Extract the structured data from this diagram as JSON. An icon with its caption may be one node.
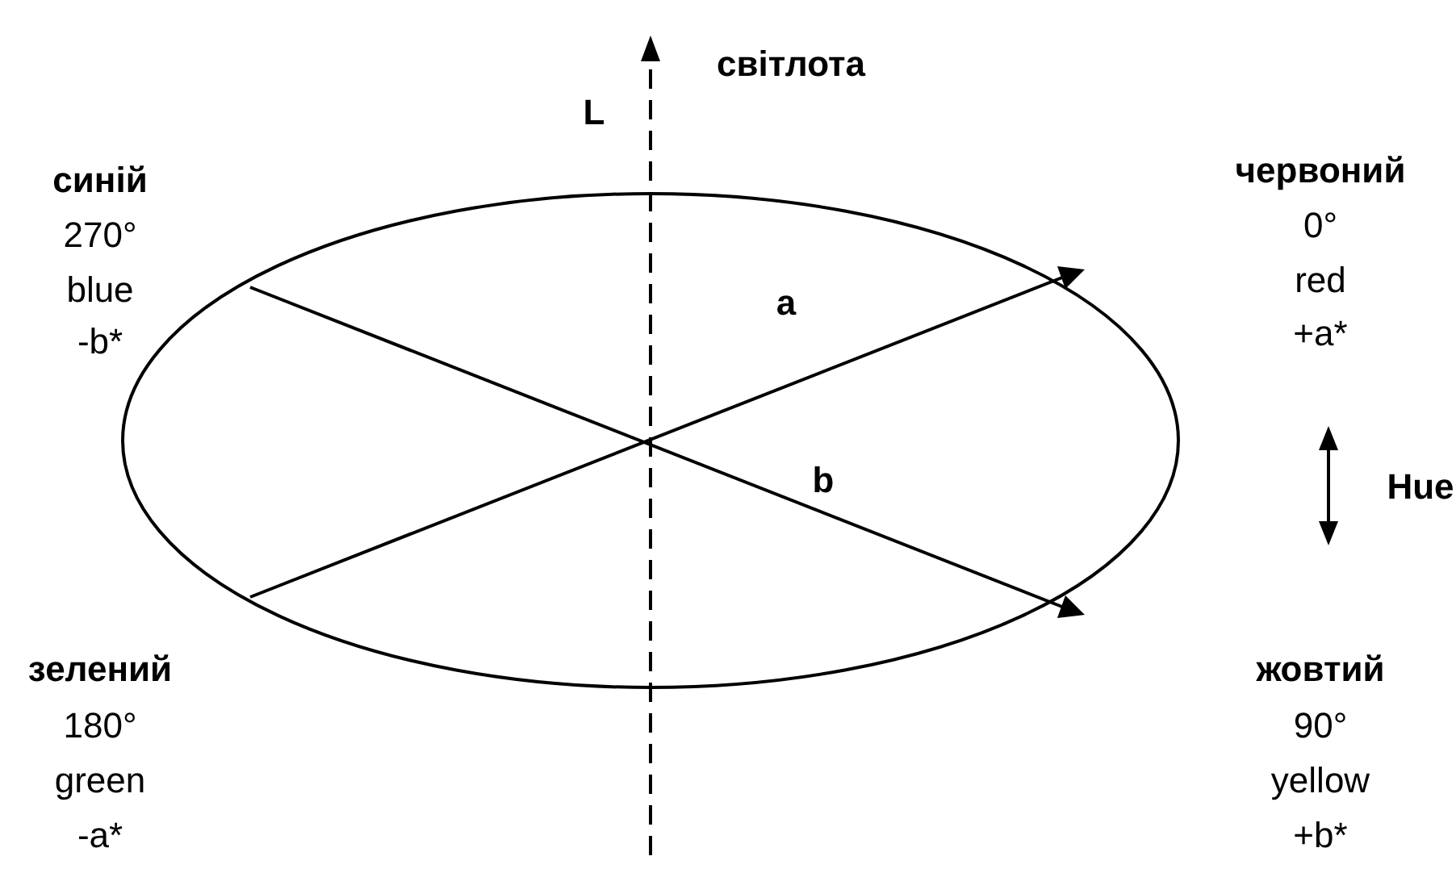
{
  "diagram": {
    "labels": [
      "L",
      "світлота",
      "синій",
      "270°",
      "blue",
      "-b*",
      "червоний",
      "0°",
      "red",
      "+a*",
      "a",
      "Hue",
      "b",
      "зелений",
      "180°",
      "green",
      "-a*",
      "жовтий",
      "90°",
      "yellow",
      "+b*"
    ]
  }
}
